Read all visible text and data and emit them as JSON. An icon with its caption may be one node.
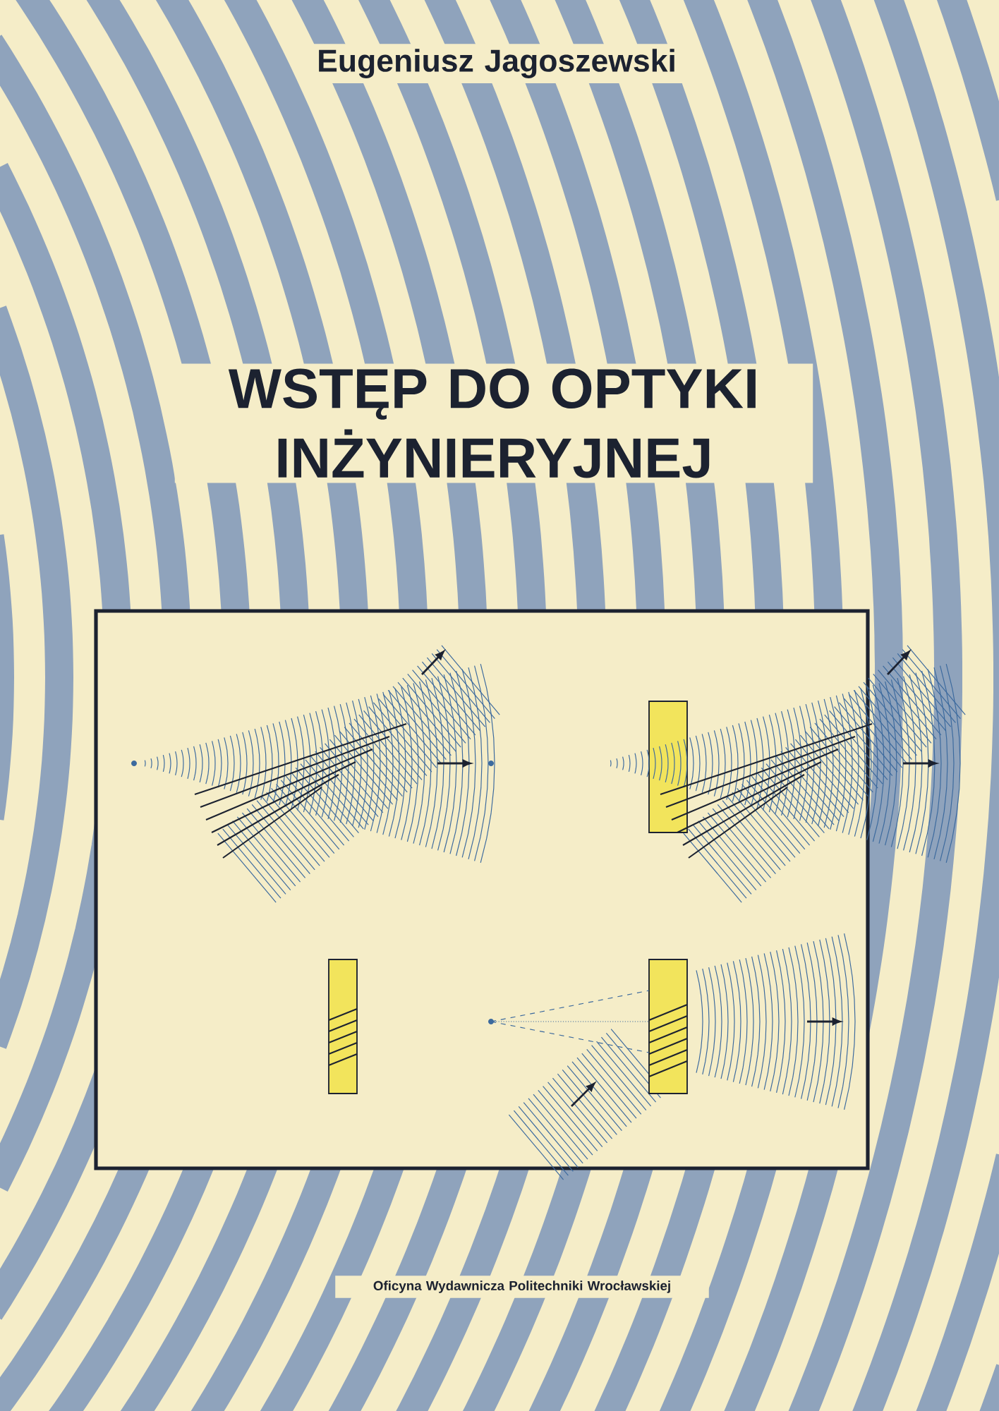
{
  "diagram": {
    "title": "WSTĘP DO OPTYKI INŻYNIERYJNEJ",
    "labels": [
      "Eugeniusz Jagoszewski",
      "Oficyna Wydawnicza Politechniki Wrocławskiej"
    ]
  }
}
